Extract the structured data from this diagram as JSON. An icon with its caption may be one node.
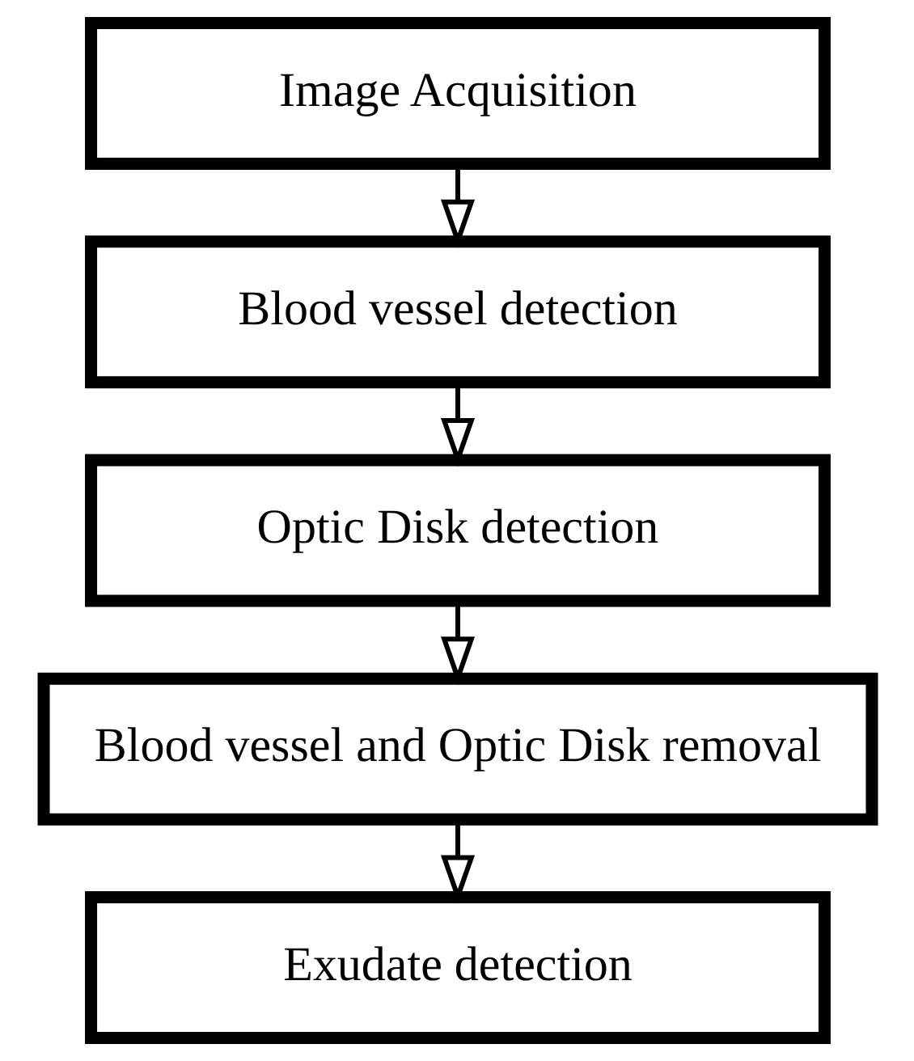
{
  "diagram": {
    "nodes": [
      {
        "text": [
          "Image Acquisition"
        ]
      },
      {
        "text": [
          "Blood vessel detection"
        ]
      },
      {
        "text": [
          "Optic Disk detection"
        ]
      },
      {
        "text": [
          "Blood vessel and Optic Disk removal"
        ]
      },
      {
        "text": [
          "Exudate detection"
        ]
      }
    ],
    "edges": [
      {
        "from": 0,
        "to": 1,
        "arrow": "to"
      },
      {
        "from": 1,
        "to": 2,
        "arrow": "to"
      },
      {
        "from": 2,
        "to": 3,
        "arrow": "to"
      },
      {
        "from": 3,
        "to": 4,
        "arrow": "to"
      }
    ]
  }
}
